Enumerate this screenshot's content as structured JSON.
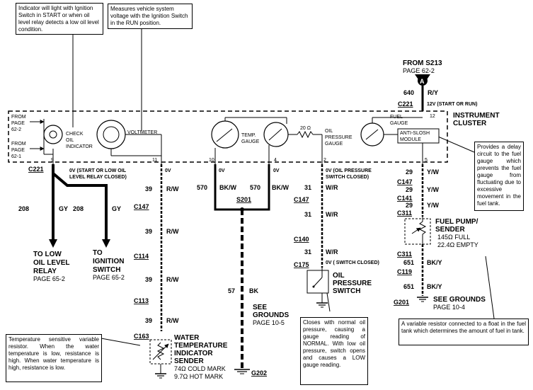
{
  "notes": {
    "check_oil": "Indicator will light with Ignition Switch in START or when oil level relay detects a low oil level condition.",
    "voltmeter": "Measures vehicle system voltage with the Ignition Switch in the RUN position.",
    "anti_slosh": "Provides a delay circuit to the fuel gauge which prevents the fuel gauge from fluctuating due to excessive movement in the fuel tank.",
    "temp_sender": "Temperature sensitive variable resistor. When the water temperature is low, resistance is high. When water temperature is high, resistance is low.",
    "oil_switch": "Closes with normal oil pressure, causing a gauge reading of NORMAL. With low oil pressure, switch opens and causes a LOW gauge reading.",
    "fuel_sender": "A variable resistor connected to a float in the fuel tank which determines the amount of fuel in tank."
  },
  "source": {
    "from": "FROM S213",
    "page": "PAGE 62-2",
    "fuse": "A"
  },
  "cluster": {
    "title_1": "INSTRUMENT",
    "title_2": "CLUSTER",
    "from_top_1": "FROM",
    "from_top_2": "PAGE",
    "from_top_3": "62-2",
    "from_bot_1": "FROM",
    "from_bot_2": "PAGE",
    "from_bot_3": "62-1",
    "check_oil_1": "CHECK",
    "check_oil_2": "OIL",
    "check_oil_3": "INDICATOR",
    "voltmeter": "VOLTMETER",
    "temp_1": "TEMP.",
    "temp_2": "GAUGE",
    "oil_1": "OIL",
    "oil_2": "PRESSURE",
    "oil_3": "GAUGE",
    "resistor": "20 Ω",
    "fuel_1": "FUEL",
    "fuel_2": "GAUGE",
    "anti_1": "ANTI-SLOSH",
    "anti_2": "MODULE",
    "pins": {
      "p9": "9",
      "p11": "11",
      "p10": "10",
      "p4": "4",
      "p2": "2",
      "p5": "5",
      "p12": "12"
    }
  },
  "wires": {
    "w640": "640",
    "w640_color": "R/Y",
    "c221_top": "C221",
    "w640_note": "12V (START OR RUN)",
    "c221_left": "C221",
    "left_note_1": "0V (START OR LOW OIL",
    "left_note_2": "LEVEL RELAY CLOSED)",
    "w208a": "208",
    "w208a_color": "GY",
    "w208b": "208",
    "w208b_color": "GY",
    "relay_1": "TO LOW",
    "relay_2": "OIL LEVEL",
    "relay_3": "RELAY",
    "relay_4": "PAGE 65-2",
    "ign_1": "TO",
    "ign_2": "IGNITION",
    "ign_3": "SWITCH",
    "ign_4": "PAGE 65-2",
    "v0_temp": "0V",
    "v0_bk1": "0V",
    "v0_bk2": "0V",
    "w39a": "39",
    "w39a_color": "R/W",
    "c147a": "C147",
    "w39b": "39",
    "w39b_color": "R/W",
    "c114": "C114",
    "w39c": "39",
    "w39c_color": "R/W",
    "c113": "C113",
    "w39d": "39",
    "w39d_color": "R/W",
    "c163": "C163",
    "w570a": "570",
    "w570a_color": "BK/W",
    "w570b": "570",
    "w570b_color": "BK/W",
    "s201": "S201",
    "w57": "57",
    "w57_color": "BK",
    "see_grounds_1": "SEE",
    "see_grounds_2": "GROUNDS",
    "see_grounds_3": "PAGE 10-5",
    "g202": "G202",
    "oil_note_1": "0V (OIL PRESSURE",
    "oil_note_2": "SWITCH CLOSED)",
    "w31a": "31",
    "w31a_color": "W/R",
    "c147b": "C147",
    "w31b": "31",
    "w31b_color": "W/R",
    "c140": "C140",
    "w31c": "31",
    "w31c_color": "W/R",
    "c175": "C175",
    "oil_note_3": "0V ( SWITCH CLOSED)",
    "oil_sw_1": "OIL",
    "oil_sw_2": "PRESSURE",
    "oil_sw_3": "SWITCH",
    "w29a": "29",
    "w29a_color": "Y/W",
    "c147c": "C147",
    "w29b": "29",
    "w29b_color": "Y/W",
    "c141": "C141",
    "w29c": "29",
    "w29c_color": "Y/W",
    "c311a": "C311",
    "fuel_pump_1": "FUEL PUMP/",
    "fuel_pump_2": "SENDER",
    "fuel_full": "145Ω  FULL",
    "fuel_empty": "22.4Ω  EMPTY",
    "c311b": "C311",
    "w651a": "651",
    "w651a_color": "BK/Y",
    "c119": "C119",
    "w651b": "651",
    "w651b_color": "BK/Y",
    "see_grounds2_1": "SEE  GROUNDS",
    "see_grounds2_2": "PAGE 10-4",
    "g201": "G201",
    "water_1": "WATER",
    "water_2": "TEMPERATURE",
    "water_3": "INDICATOR",
    "water_4": "SENDER",
    "cold": "74Ω COLD MARK",
    "hot": "9.7Ω HOT MARK"
  }
}
